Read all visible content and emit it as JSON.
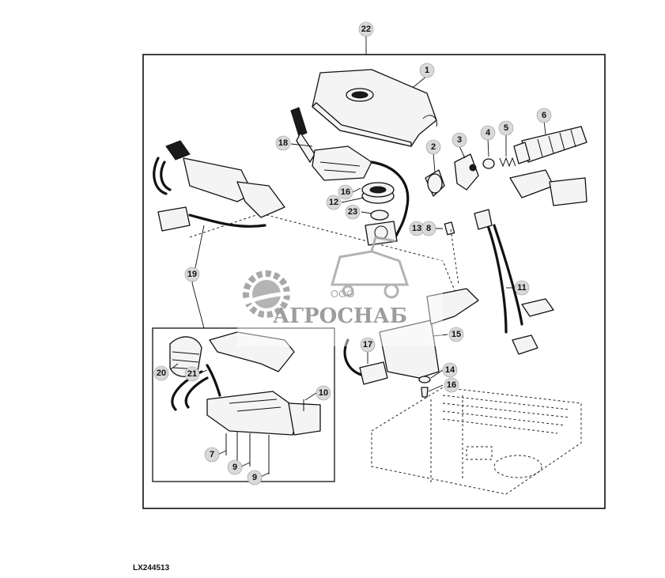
{
  "figure": {
    "reference_code": "LX244513",
    "callouts": [
      "22",
      "1",
      "2",
      "3",
      "4",
      "5",
      "6",
      "18",
      "16",
      "12",
      "23",
      "13",
      "8",
      "11",
      "19",
      "15",
      "17",
      "14",
      "16",
      "10",
      "20",
      "21",
      "7",
      "9",
      "9"
    ]
  },
  "watermark": {
    "prefix": "ООО",
    "name": "АГРОСНАБ"
  }
}
